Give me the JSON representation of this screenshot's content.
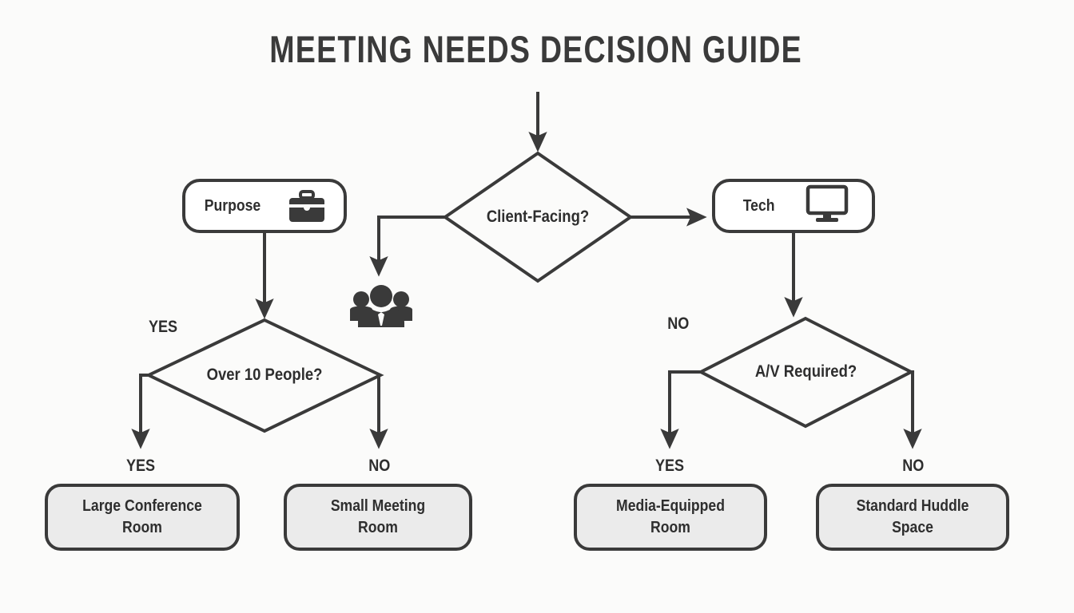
{
  "title": "MEETING NEEDS DECISION GUIDE",
  "theme": {
    "background": "#fbfbfa",
    "stroke": "#3a3a3a",
    "text": "#2e2e2e",
    "node_fill": "#ffffff",
    "result_fill": "#ebebeb"
  },
  "nodes": {
    "root_decision": {
      "label": "Client-Facing?",
      "shape": "diamond"
    },
    "purpose_chip": {
      "label": "Purpose",
      "icon": "briefcase-icon",
      "shape": "rounded-rect"
    },
    "tech_chip": {
      "label": "Tech",
      "icon": "monitor-icon",
      "shape": "rounded-rect"
    },
    "people_icon": {
      "icon": "people-group-icon"
    },
    "size_decision": {
      "label": "Over 10 People?",
      "shape": "diamond"
    },
    "av_decision": {
      "label": "A/V Required?",
      "shape": "diamond"
    }
  },
  "results": [
    {
      "line1": "Large Conference",
      "line2": "Room"
    },
    {
      "line1": "Small Meeting",
      "line2": "Room"
    },
    {
      "line1": "Media-Equipped",
      "line2": "Room"
    },
    {
      "line1": "Standard Huddle",
      "line2": "Space"
    }
  ],
  "edge_labels": {
    "purpose_yes": "YES",
    "tech_no": "NO",
    "size_yes": "YES",
    "size_no": "NO",
    "av_yes": "YES",
    "av_no": "NO"
  }
}
